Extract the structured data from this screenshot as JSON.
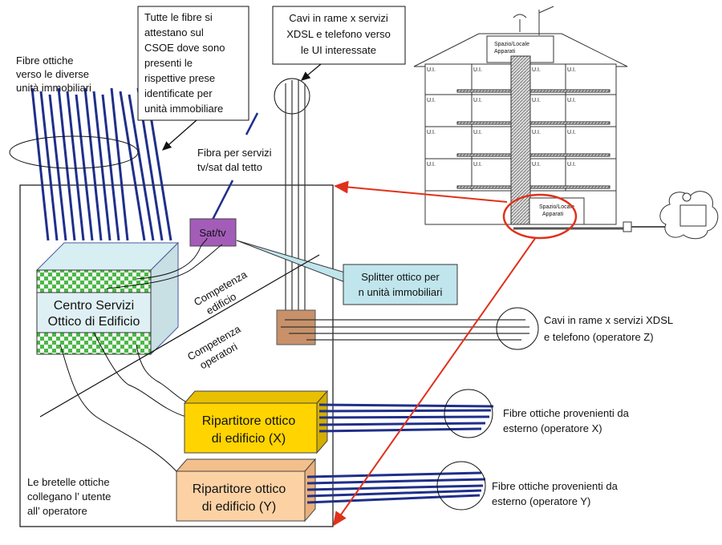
{
  "callouts": {
    "csoe_note": [
      "Tutte le fibre si",
      "attestano sul",
      "CSOE dove sono",
      "presenti le",
      "rispettive prese",
      "identificate per",
      "unità immobiliare"
    ],
    "copper_note": [
      "Cavi in rame x servizi",
      "XDSL e telefono verso",
      "le UI interessate"
    ],
    "fibers_note": [
      "Fibre ottiche",
      "verso le diverse",
      "unità immobiliari"
    ],
    "sat_fiber_note": [
      "Fibra per servizi",
      "tv/sat dal tetto"
    ],
    "splitter_note": [
      "Splitter ottico per",
      "n unità immobiliari"
    ]
  },
  "boxes": {
    "sat_tv": "Sat/tv",
    "csoe": [
      "Centro Servizi",
      "Ottico di Edificio"
    ],
    "rip_x": [
      "Ripartitore ottico",
      "di edificio (X)"
    ],
    "rip_y": [
      "Ripartitore ottico",
      "di edificio (Y)"
    ]
  },
  "zones": {
    "building": [
      "Competenza",
      "edificio"
    ],
    "operators": [
      "Competenza",
      "operatori"
    ]
  },
  "labels": {
    "copper_z": [
      "Cavi in rame x servizi XDSL",
      "e telefono (operatore Z)"
    ],
    "fiber_x": [
      "Fibre ottiche provenienti da",
      "esterno (operatore X)"
    ],
    "fiber_y": [
      "Fibre ottiche provenienti da",
      "esterno (operatore Y)"
    ],
    "patch": [
      "Le bretelle ottiche",
      "collegano l’ utente",
      "all’ operatore"
    ]
  },
  "building": {
    "roof_room": [
      "Spazio/Locale",
      "Apparati"
    ],
    "base_room": [
      "Spazio/Locale",
      "Apparati"
    ],
    "unit_label": "U.I."
  },
  "colors": {
    "fiber": "#1f2f8a",
    "sat_tv": "#a35db8",
    "splitter": "#c0e5ec",
    "csoe_face": "#dff0f4",
    "checker": "#4cb848",
    "copper_box": "#c8916a",
    "rip_x": "#ffd400",
    "rip_y": "#fcd2a5",
    "highlight": "#e0311b"
  }
}
